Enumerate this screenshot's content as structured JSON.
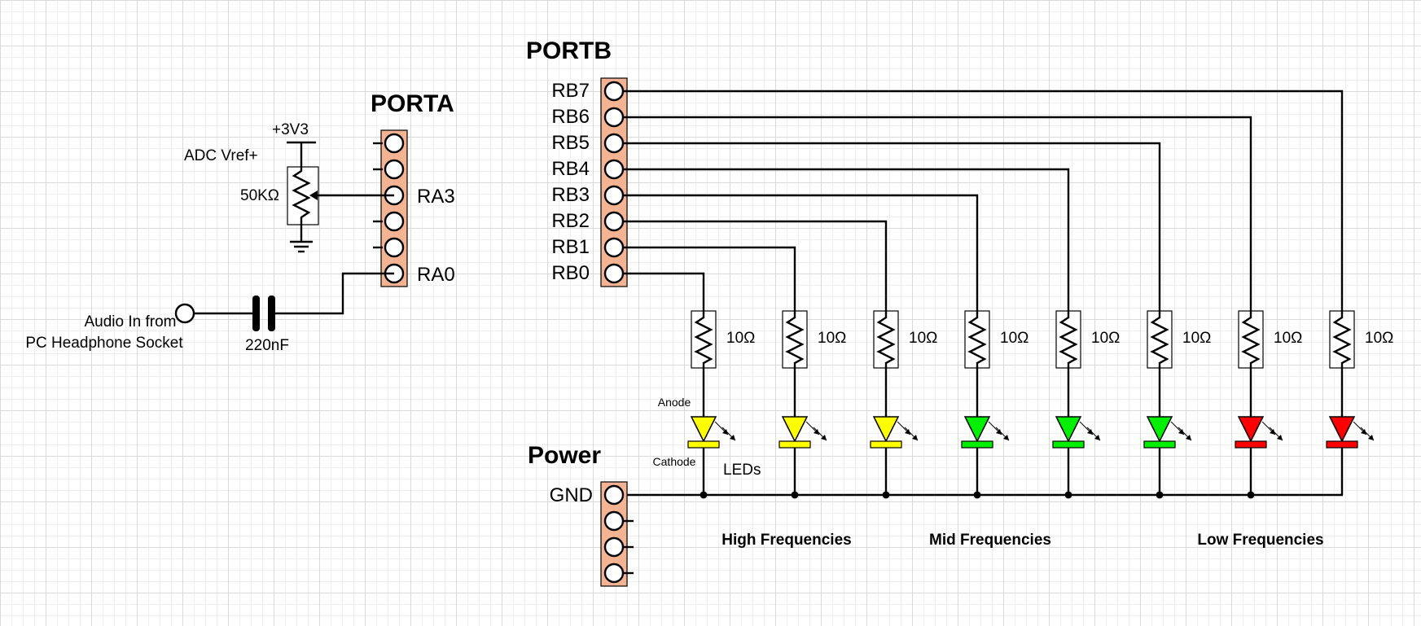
{
  "headers": {
    "portb": "PORTB",
    "porta": "PORTA",
    "power": "Power"
  },
  "portb_pins": [
    "RB7",
    "RB6",
    "RB5",
    "RB4",
    "RB3",
    "RB2",
    "RB1",
    "RB0"
  ],
  "porta_pins": {
    "ra3": "RA3",
    "ra0": "RA0"
  },
  "power_pins": {
    "gnd": "GND"
  },
  "vref": {
    "supply": "+3V3",
    "label": "ADC Vref+",
    "pot_value": "50KΩ"
  },
  "audio_input": {
    "line1": "Audio In from",
    "line2": "PC Headphone Socket",
    "capacitor": "220nF"
  },
  "led_labels": {
    "anode": "Anode",
    "cathode": "Cathode",
    "leds": "LEDs"
  },
  "resistor_value": "10Ω",
  "led_colors": [
    "#ffff00",
    "#ffff00",
    "#ffff00",
    "#00ee00",
    "#00ee00",
    "#00ee00",
    "#ff0000",
    "#ff0000"
  ],
  "header_color": "#f4b393",
  "bands": {
    "high": "High Frequencies",
    "mid": "Mid Frequencies",
    "low": "Low Frequencies"
  }
}
